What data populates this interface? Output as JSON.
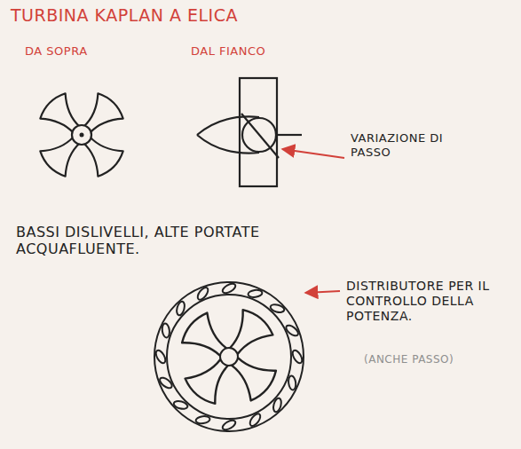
{
  "diagram": {
    "title": "TURBINA KAPLAN A ELICA",
    "labels": [
      "DA SOPRA",
      "DAL FIANCO",
      "VARIAZIONE DI PASSO",
      "BASSI DISLIVELLI, ALTE PORTATE ACQUAFLUENTE.",
      "DISTRIBUTORE PER IL CONTROLLO DELLA POTENZA.",
      "(ANCHE PASSO)"
    ]
  }
}
